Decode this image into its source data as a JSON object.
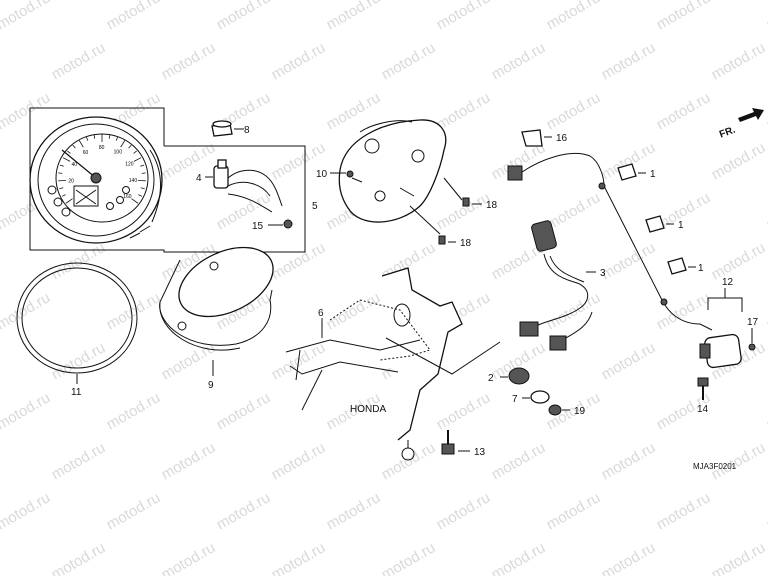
{
  "watermark": "motod.ru",
  "diagram_code": "MJA3F0201",
  "direction_label": "FR.",
  "part_numbers": {
    "p1a": "1",
    "p1b": "1",
    "p1c": "1",
    "p2": "2",
    "p3": "3",
    "p4": "4",
    "p5": "5",
    "p6": "6",
    "p7": "7",
    "p8": "8",
    "p9": "9",
    "p10": "10",
    "p11": "11",
    "p12": "12",
    "p13": "13",
    "p14": "14",
    "p15": "15",
    "p16": "16",
    "p17": "17",
    "p18a": "18",
    "p18b": "18",
    "p19": "19"
  },
  "gauge": {
    "dial_numbers": [
      "20",
      "40",
      "60",
      "80",
      "100",
      "120",
      "140",
      "160"
    ]
  },
  "bracket_logo": "HONDA"
}
